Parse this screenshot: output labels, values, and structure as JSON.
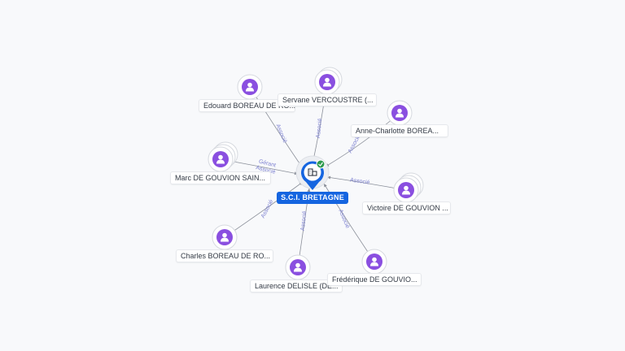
{
  "company": {
    "name": "S.C.I. BRETAGNE",
    "icon": "building-icon",
    "status_icon": "verified-check-icon",
    "color": "#1565e0",
    "status_color": "#2e9a4e"
  },
  "person_color": "#8a4fe0",
  "people": [
    {
      "label": "Edouard BOREAU DE RO...",
      "relations": [
        "Associé"
      ]
    },
    {
      "label": "Servane VERCOUSTRE (...",
      "relations": [
        "Associé"
      ]
    },
    {
      "label": "Anne-Charlotte BOREA...",
      "relations": [
        "Associé"
      ]
    },
    {
      "label": "Marc DE GOUVION SAIN...",
      "relations": [
        "Gérant",
        "Associé"
      ]
    },
    {
      "label": "Victoire DE GOUVION ...",
      "relations": [
        "Associé"
      ]
    },
    {
      "label": "Charles BOREAU DE RO...",
      "relations": [
        "Associé"
      ]
    },
    {
      "label": "Laurence DELISLE (DE...",
      "relations": [
        "Associé"
      ]
    },
    {
      "label": "Frédérique DE GOUVIO...",
      "relations": [
        "Associé"
      ]
    }
  ]
}
